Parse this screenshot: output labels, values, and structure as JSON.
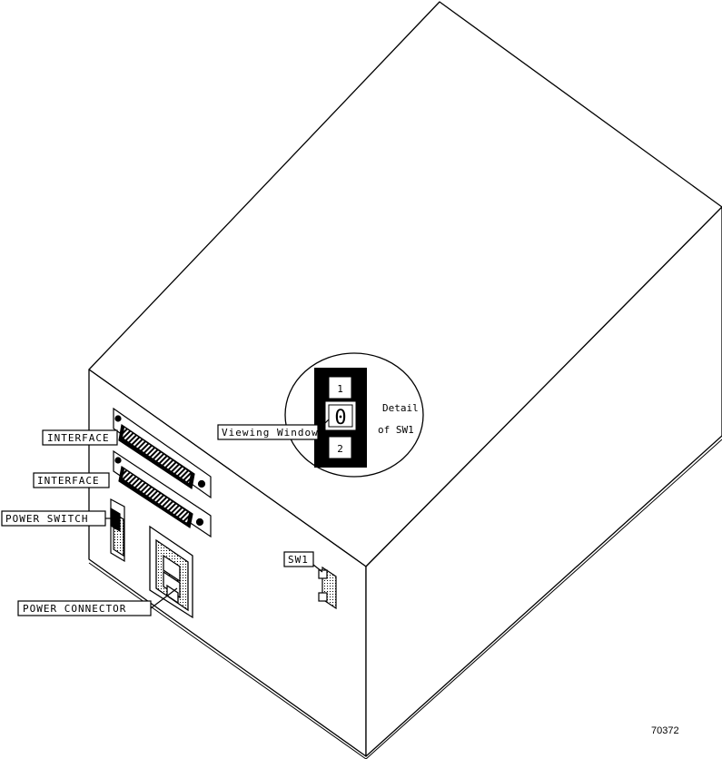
{
  "callouts": {
    "interface_top": "INTERFACE",
    "interface_bottom": "INTERFACE",
    "power_switch": "POWER SWITCH",
    "power_connector": "POWER CONNECTOR",
    "sw1": "SW1",
    "viewing_window": "Viewing Window"
  },
  "detail": {
    "line1": "Detail",
    "line2": "of SW1",
    "position_top": "1",
    "position_current": "0",
    "position_bottom": "2"
  },
  "figure_number": "70372"
}
